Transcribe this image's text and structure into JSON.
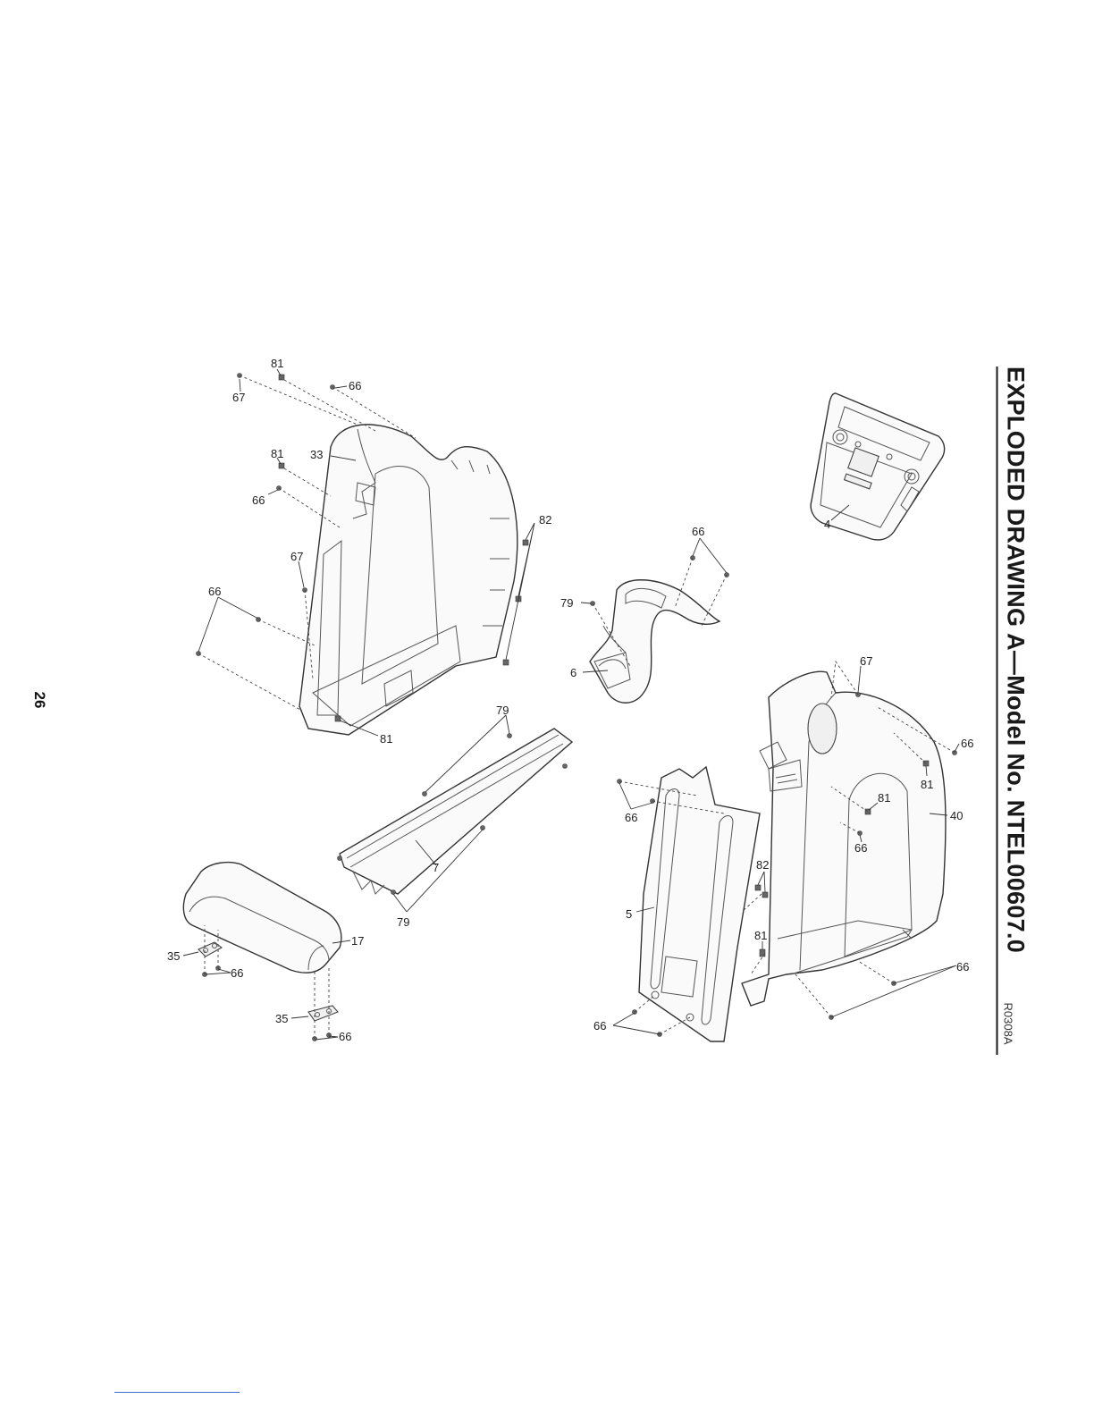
{
  "title": "EXPLODED DRAWING A—Model No. NTEL00607.0",
  "page_number": "26",
  "reference_code": "R0308A",
  "callouts": {
    "c81a": "81",
    "c66a": "66",
    "c67a": "67",
    "c33": "33",
    "c81b": "81",
    "c66b": "66",
    "c82a": "82",
    "c67b": "67",
    "c66c": "66",
    "c81c": "81",
    "c66d": "66",
    "c79a": "79",
    "c6": "6",
    "c4": "4",
    "c67c": "67",
    "c66e": "66",
    "c81d": "81",
    "c81e": "81",
    "c40": "40",
    "c66f": "66",
    "c79b": "79",
    "c7": "7",
    "c79c": "79",
    "c66g": "66",
    "c5": "5",
    "c82b": "82",
    "c81f": "81",
    "c66h": "66",
    "c66i": "66",
    "c17": "17",
    "c35a": "35",
    "c66j": "66",
    "c35b": "35",
    "c66k": "66"
  }
}
